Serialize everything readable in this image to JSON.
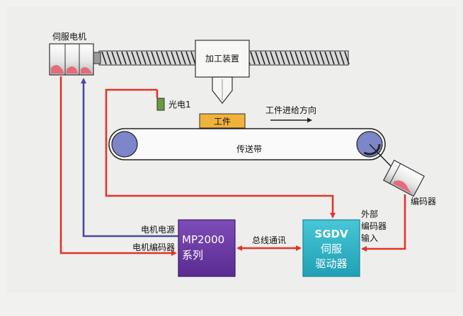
{
  "labels": {
    "servo_motor": "伺服电机",
    "machining_unit": "加工装置",
    "photo_sensor": "光电1",
    "workpiece": "工件",
    "feed_direction": "工件进给方向",
    "conveyor": "传送带",
    "encoder": "编码器",
    "external_encoder_line1": "外部",
    "external_encoder_line2": "编码器",
    "external_encoder_line3": "输入",
    "motor_power": "电机电源",
    "motor_encoder": "电机编码器",
    "bus_comm": "总线通讯",
    "controller_line1": "MP2000",
    "controller_line2": "系列",
    "drive_line1": "SGDV",
    "drive_line2": "伺服",
    "drive_line3": "驱动器"
  },
  "colors": {
    "signal_red": "#e0342c",
    "power_purple": "#4a4a9a",
    "controller_fill": "#6a3aa0",
    "drive_fill": "#2fb6c8",
    "workpiece_fill": "#f0b33a",
    "sensor_fill": "#6b9a3c",
    "roller_fill": "#7c86c8"
  }
}
